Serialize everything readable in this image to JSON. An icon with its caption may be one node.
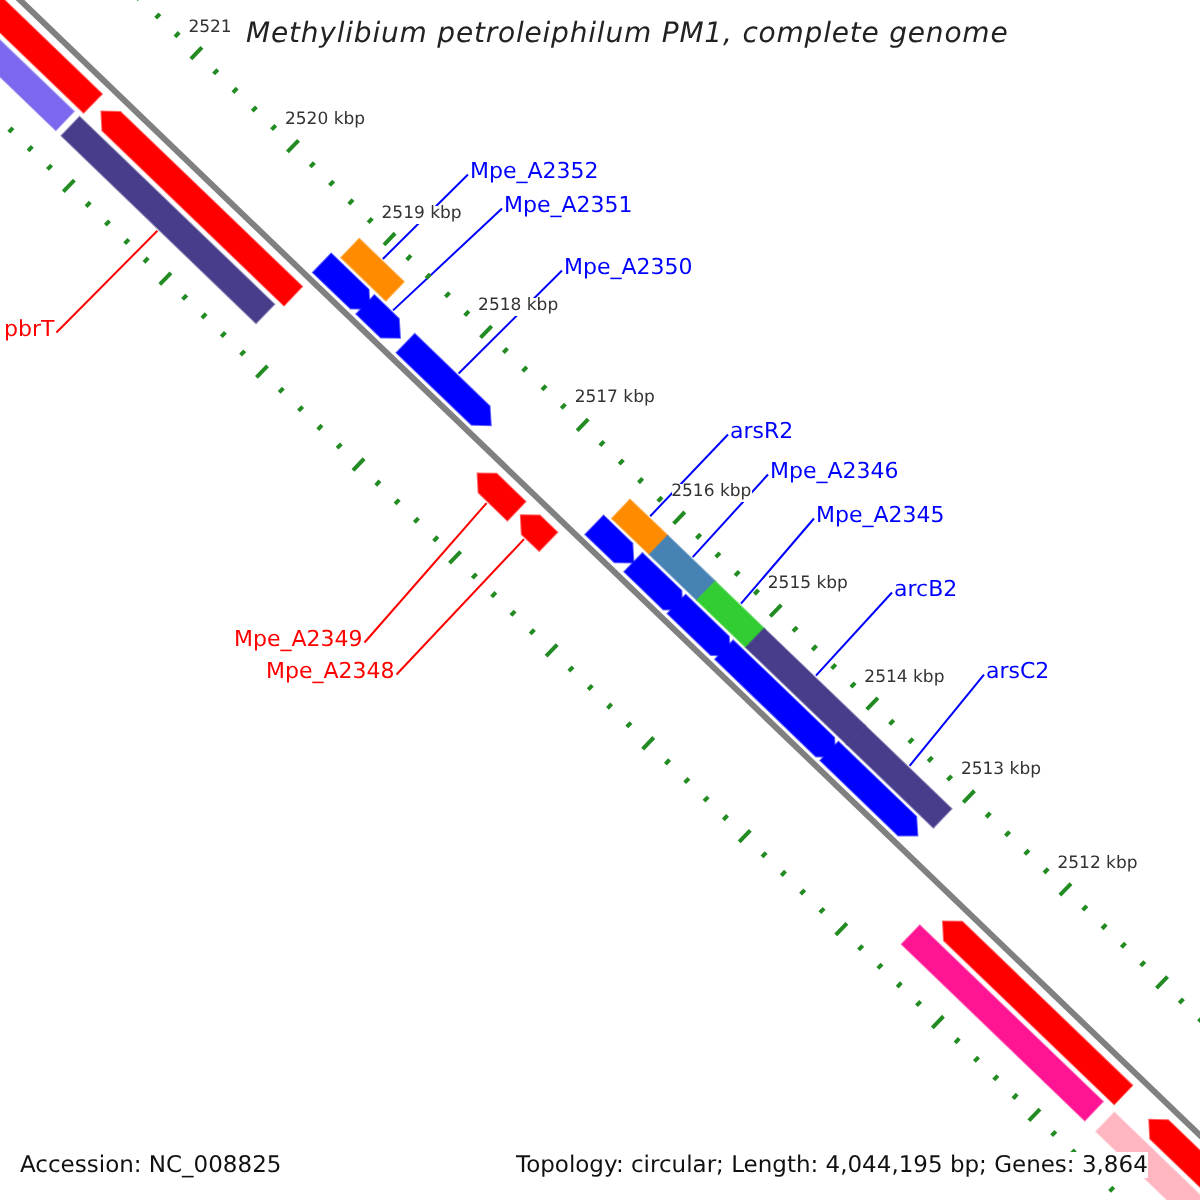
{
  "diagram": {
    "title": "Methylibium petroleiphilum PM1, complete genome",
    "nodes": [
      {
        "text": [
          "Mpe_A2352"
        ]
      },
      {
        "text": [
          "Mpe_A2351"
        ]
      },
      {
        "text": [
          "Mpe_A2350"
        ]
      },
      {
        "text": [
          "pbrT"
        ]
      },
      {
        "text": [
          "arsR2"
        ]
      },
      {
        "text": [
          "Mpe_A2346"
        ]
      },
      {
        "text": [
          "Mpe_A2345"
        ]
      },
      {
        "text": [
          "arcB2"
        ]
      },
      {
        "text": [
          "Mpe_A2349"
        ]
      },
      {
        "text": [
          "Mpe_A2348"
        ]
      },
      {
        "text": [
          "arsC2"
        ]
      },
      {
        "text": [],
        "shape": "bar"
      },
      {
        "text": [],
        "shape": "bar"
      },
      {
        "text": [],
        "shape": "arrow"
      },
      {
        "text": [],
        "shape": "arrow"
      },
      {
        "text": [],
        "shape": "arrow"
      },
      {
        "text": [],
        "shape": "arrow"
      },
      {
        "text": [],
        "shape": "bar"
      },
      {
        "text": [],
        "shape": "bar"
      },
      {
        "text": [],
        "shape": "bar"
      },
      {
        "text": [],
        "shape": "bar"
      },
      {
        "text": [],
        "shape": "bar"
      }
    ],
    "edges": [
      {
        "from": 0,
        "to": 12,
        "arrow": "none"
      },
      {
        "from": 1,
        "to": 13,
        "arrow": "none"
      },
      {
        "from": 2,
        "to": 14,
        "arrow": "none"
      },
      {
        "from": 3,
        "to": 11,
        "arrow": "none",
        "color": "#ff0000"
      },
      {
        "from": 4,
        "to": 17,
        "arrow": "none"
      },
      {
        "from": 5,
        "to": 18,
        "arrow": "none"
      },
      {
        "from": 6,
        "to": 19,
        "arrow": "none"
      },
      {
        "from": 7,
        "to": 20,
        "arrow": "none"
      },
      {
        "from": 8,
        "to": 15,
        "arrow": "none",
        "color": "#ff0000"
      },
      {
        "from": 9,
        "to": 16,
        "arrow": "none",
        "color": "#ff0000"
      },
      {
        "from": 10,
        "to": 21,
        "arrow": "none"
      }
    ],
    "labels": [
      "2521",
      "2520 kbp",
      "2519 kbp",
      "2518 kbp",
      "2517 kbp",
      "2516 kbp",
      "2515 kbp",
      "2514 kbp",
      "2513 kbp",
      "2512 kbp",
      "Accession: NC_008825",
      "Topology: circular; Length: 4,044,195 bp; Genes: 3,864"
    ]
  }
}
